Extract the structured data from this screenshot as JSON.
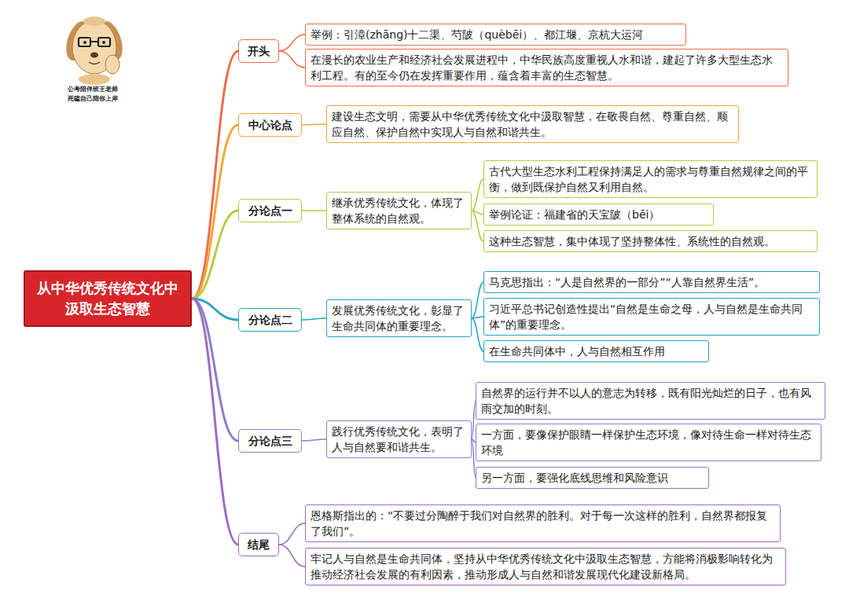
{
  "diagram": {
    "nodes": [
      {
        "text": [
          "从中华优秀传统文化中汲取生态智慧"
        ]
      },
      {
        "text": [
          "开头"
        ]
      },
      {
        "text": [
          "举例：引漳(zhāng)十二渠、芍陂（quèbēi）、都江堰、京杭大运河"
        ]
      },
      {
        "text": [
          "在漫长的农业生产和经济社会发展进程中，中华民族高度重视人水和谐，建起了许多大型生态水利工程。有的至今仍在发挥重要作用，蕴含着丰富的生态智慧。"
        ]
      },
      {
        "text": [
          "中心论点"
        ]
      },
      {
        "text": [
          "建设生态文明，需要从中华优秀传统文化中汲取智慧，在敬畏自然、尊重自然、顺应自然、保护自然中实现人与自然和谐共生。"
        ]
      },
      {
        "text": [
          "分论点一"
        ]
      },
      {
        "text": [
          "继承优秀传统文化，体现了整体系统的自然观。"
        ]
      },
      {
        "text": [
          "古代大型生态水利工程保持满足人的需求与尊重自然规律之间的平衡，做到既保护自然又利用自然。"
        ]
      },
      {
        "text": [
          "举例论证：福建省的天宝陂（bēi）"
        ]
      },
      {
        "text": [
          "这种生态智慧，集中体现了坚持整体性、系统性的自然观。"
        ]
      },
      {
        "text": [
          "分论点二"
        ]
      },
      {
        "text": [
          "发展优秀传统文化，彰显了生命共同体的重要理念。"
        ]
      },
      {
        "text": [
          "马克思指出：“人是自然界的一部分”“人靠自然界生活”。"
        ]
      },
      {
        "text": [
          "习近平总书记创造性提出“自然是生命之母，人与自然是生命共同体”的重要理念。"
        ]
      },
      {
        "text": [
          "在生命共同体中，人与自然相互作用"
        ]
      },
      {
        "text": [
          "分论点三"
        ]
      },
      {
        "text": [
          "践行优秀传统文化，表明了人与自然要和谐共生。"
        ]
      },
      {
        "text": [
          "自然界的运行并不以人的意志为转移，既有阳光灿烂的日子，也有风雨交加的时刻。"
        ]
      },
      {
        "text": [
          "一方面，要像保护眼睛一样保护生态环境，像对待生命一样对待生态环境"
        ]
      },
      {
        "text": [
          "另一方面，要强化底线思维和风险意识"
        ]
      },
      {
        "text": [
          "结尾"
        ]
      },
      {
        "text": [
          "恩格斯指出的：“不要过分陶醉于我们对自然界的胜利。对于每一次这样的胜利，自然界都报复了我们”。"
        ]
      },
      {
        "text": [
          "牢记人与自然是生命共同体，坚持从中华优秀传统文化中汲取生态智慧，方能将消极影响转化为推动经济社会发展的有利因素，推动形成人与自然和谐发展现代化建设新格局。"
        ]
      }
    ],
    "edges": [
      {
        "from": 0,
        "to": 1,
        "arrow": "none"
      },
      {
        "from": 1,
        "to": 2,
        "arrow": "none"
      },
      {
        "from": 1,
        "to": 3,
        "arrow": "none"
      },
      {
        "from": 0,
        "to": 4,
        "arrow": "none"
      },
      {
        "from": 4,
        "to": 5,
        "arrow": "none"
      },
      {
        "from": 0,
        "to": 6,
        "arrow": "none"
      },
      {
        "from": 6,
        "to": 7,
        "arrow": "none"
      },
      {
        "from": 7,
        "to": 8,
        "arrow": "none"
      },
      {
        "from": 7,
        "to": 9,
        "arrow": "none"
      },
      {
        "from": 7,
        "to": 10,
        "arrow": "none"
      },
      {
        "from": 0,
        "to": 11,
        "arrow": "none"
      },
      {
        "from": 11,
        "to": 12,
        "arrow": "none"
      },
      {
        "from": 12,
        "to": 13,
        "arrow": "none"
      },
      {
        "from": 12,
        "to": 14,
        "arrow": "none"
      },
      {
        "from": 12,
        "to": 15,
        "arrow": "none"
      },
      {
        "from": 0,
        "to": 16,
        "arrow": "none"
      },
      {
        "from": 16,
        "to": 17,
        "arrow": "none"
      },
      {
        "from": 17,
        "to": 18,
        "arrow": "none"
      },
      {
        "from": 17,
        "to": 19,
        "arrow": "none"
      },
      {
        "from": 17,
        "to": 20,
        "arrow": "none"
      },
      {
        "from": 0,
        "to": 21,
        "arrow": "none"
      },
      {
        "from": 21,
        "to": 22,
        "arrow": "none"
      },
      {
        "from": 21,
        "to": 23,
        "arrow": "none"
      }
    ],
    "labels": [
      "公考陪伴班王老师",
      "死磕自己陪你上岸"
    ]
  }
}
